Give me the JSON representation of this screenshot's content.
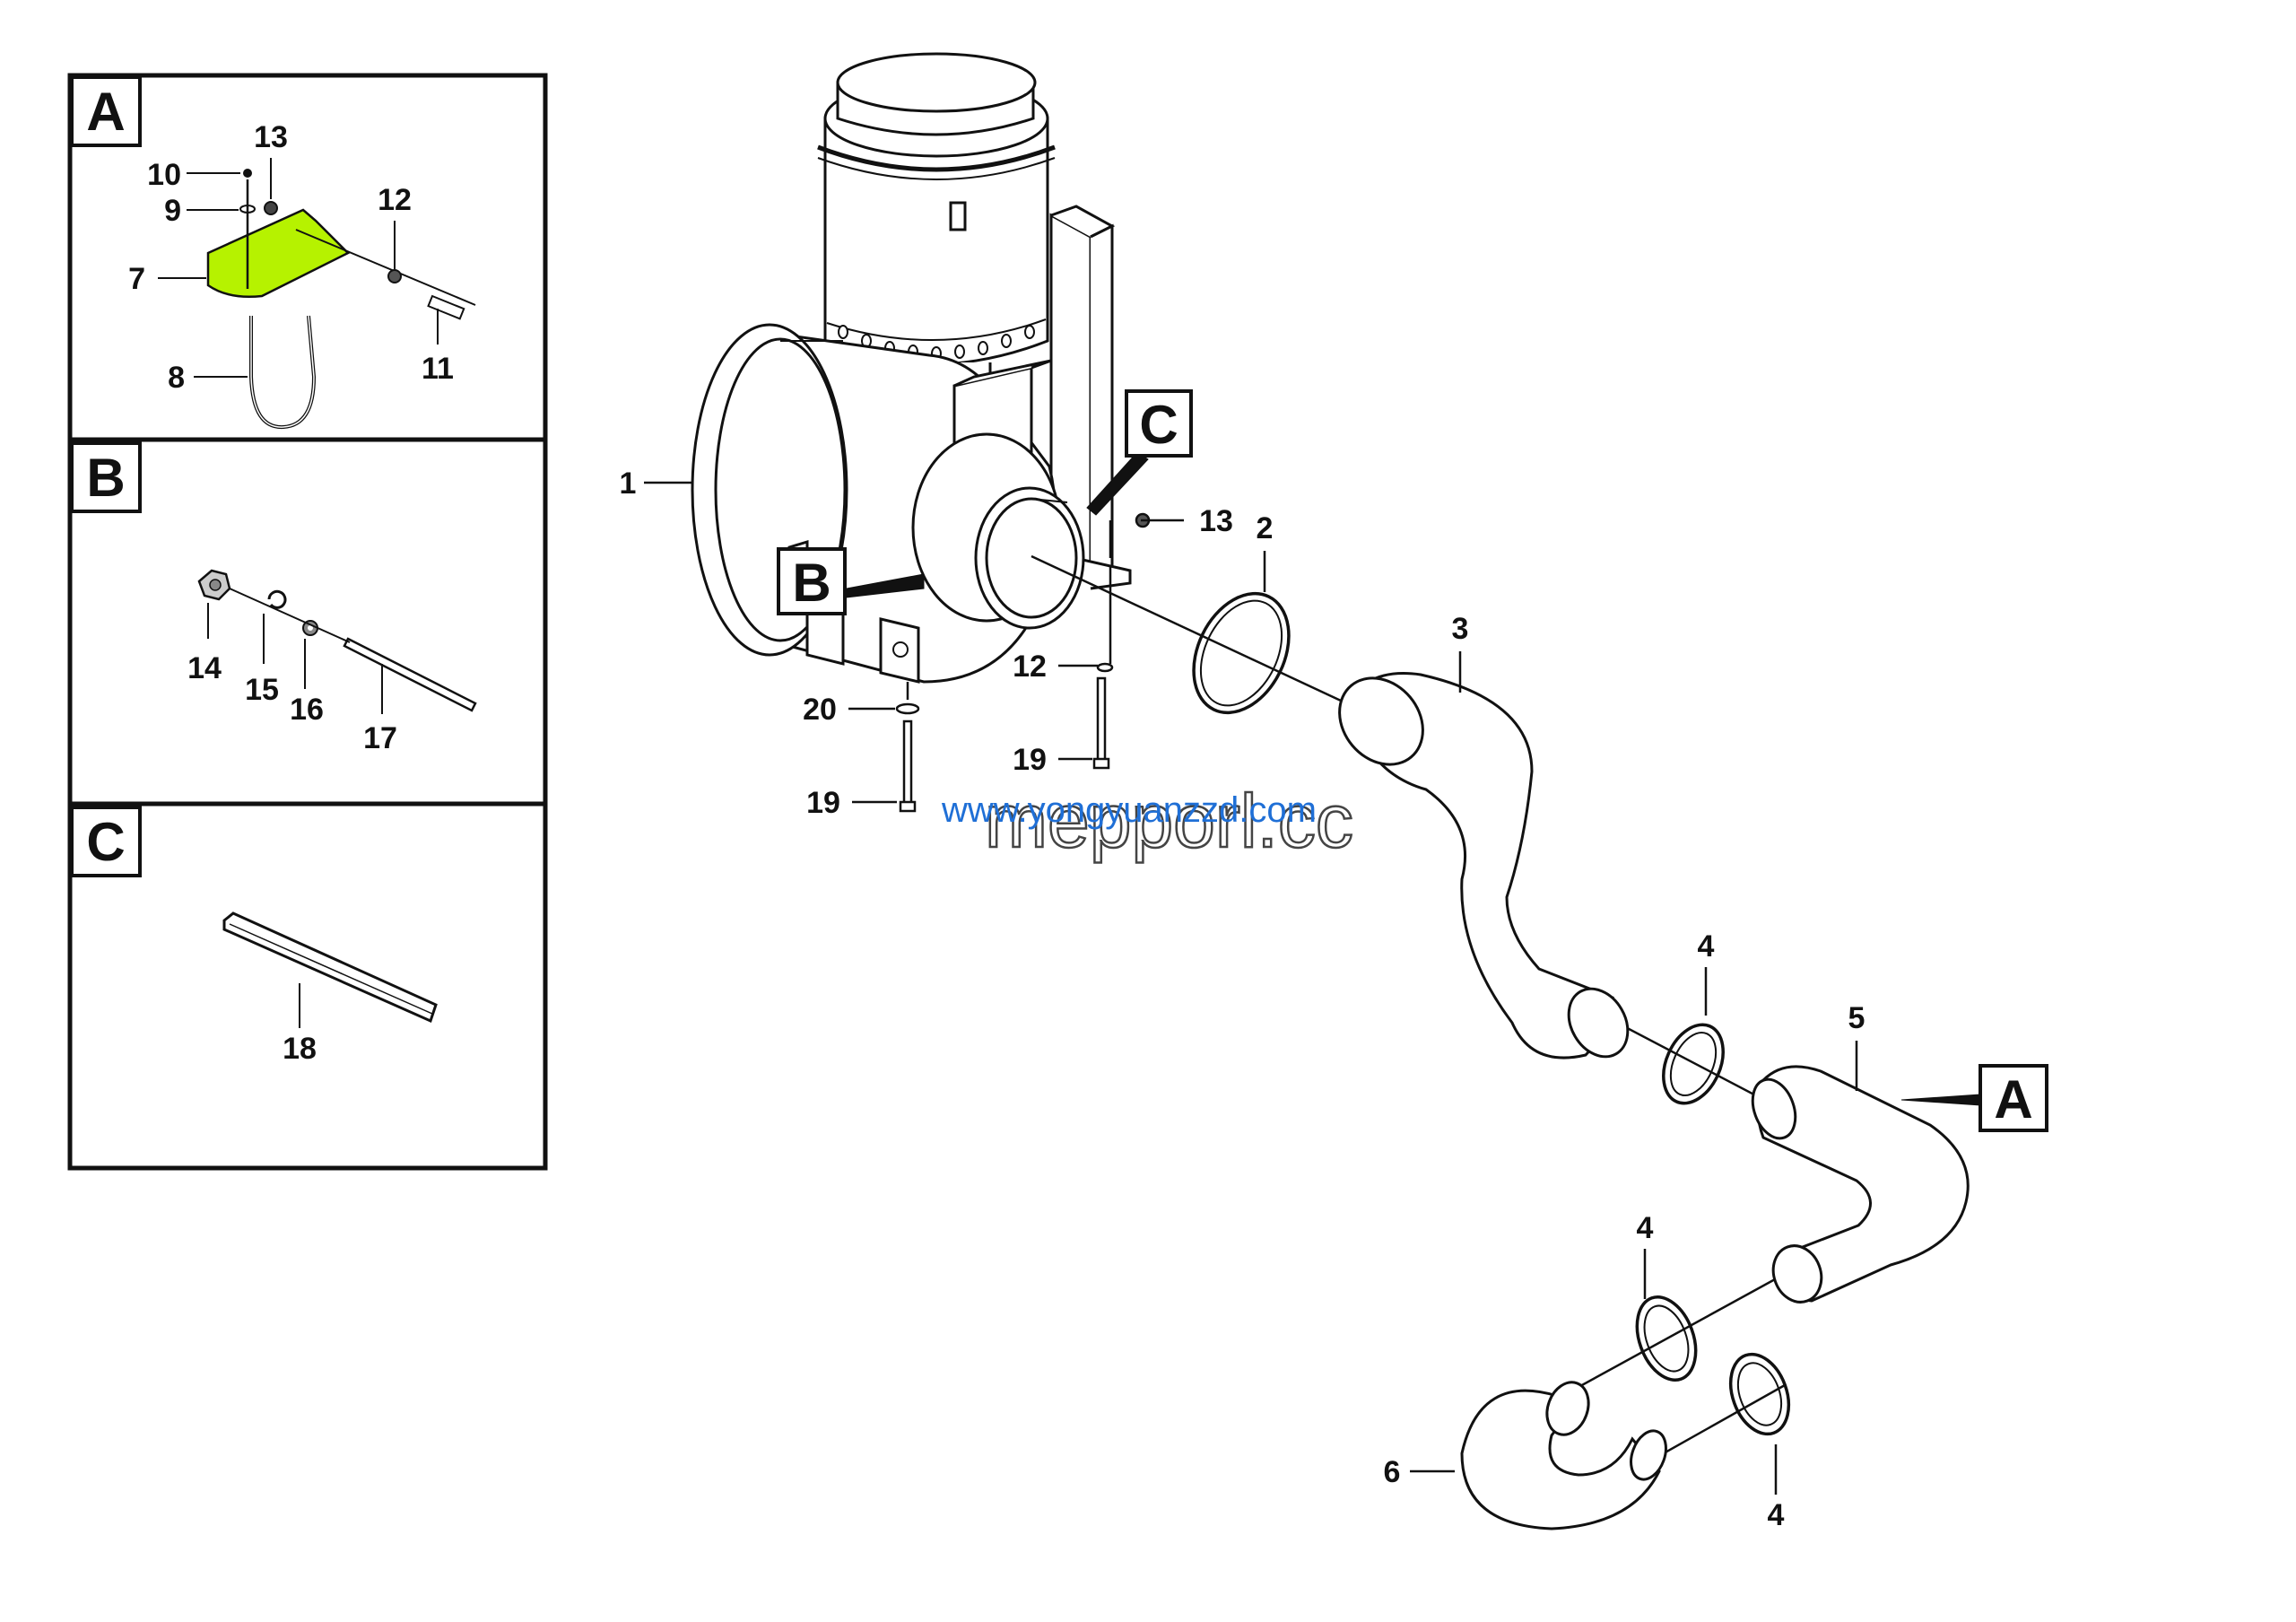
{
  "detail_panels": [
    {
      "letter": "A",
      "labels": [
        "7",
        "8",
        "9",
        "10",
        "11",
        "12",
        "13"
      ]
    },
    {
      "letter": "B",
      "labels": [
        "14",
        "15",
        "16",
        "17"
      ]
    },
    {
      "letter": "C",
      "labels": [
        "18"
      ]
    }
  ],
  "callouts": {
    "c1": "1",
    "c2": "2",
    "c3": "3",
    "c4a": "4",
    "c4b": "4",
    "c4c": "4",
    "c5": "5",
    "c6": "6",
    "c12": "12",
    "c13": "13",
    "c19a": "19",
    "c19b": "19",
    "c20": "20",
    "box_b": "B",
    "box_c": "C",
    "box_a": "A"
  },
  "watermark": {
    "line1": "www.yongyuanzzd.com",
    "line2": "mepporl.cc"
  },
  "colors": {
    "line": "#111111",
    "highlight": "#b6f200",
    "watermark_blue": "#1f6fd6"
  }
}
